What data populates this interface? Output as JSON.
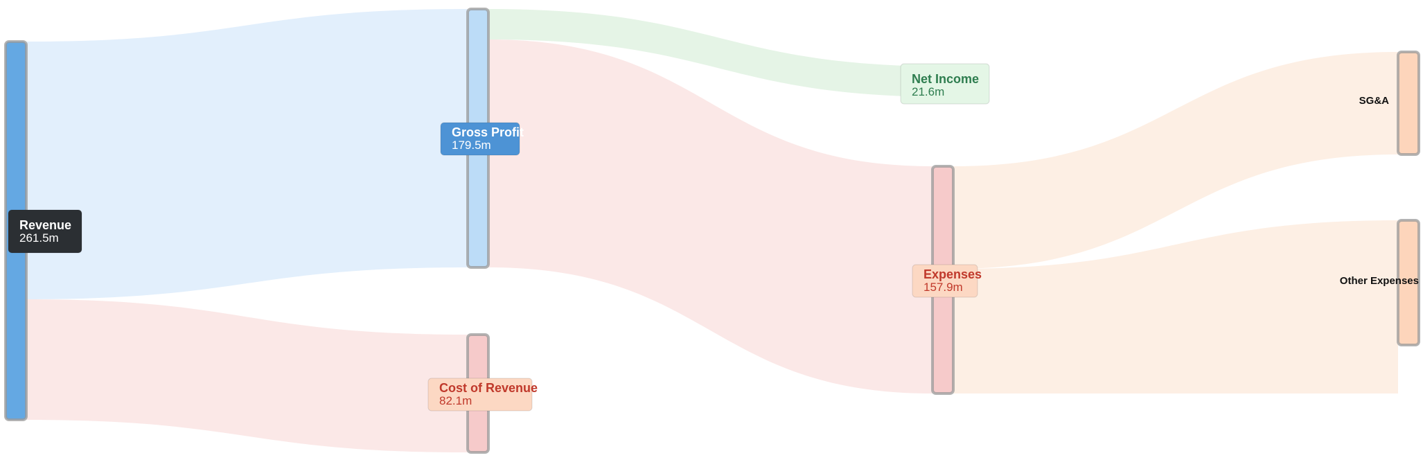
{
  "chart_data": {
    "type": "sankey",
    "unit": "m",
    "nodes": [
      {
        "id": "revenue",
        "name": "Revenue",
        "value": "261.5m",
        "fill": "#64a8e3",
        "label_bg": "#2b2f33",
        "label_fg": "#ffffff"
      },
      {
        "id": "gross_profit",
        "name": "Gross Profit",
        "value": "179.5m",
        "fill": "#bcdcf7",
        "label_bg": "#4d93d5",
        "label_fg": "#ffffff"
      },
      {
        "id": "cost_of_revenue",
        "name": "Cost of Revenue",
        "value": "82.1m",
        "fill": "#f6caca",
        "label_bg": "#fcd8c3",
        "label_fg": "#c0392b"
      },
      {
        "id": "net_income",
        "name": "Net Income",
        "value": "21.6m",
        "fill": "#dff2e2",
        "label_bg": "#e4f6e6",
        "label_fg": "#2e7d4f"
      },
      {
        "id": "expenses",
        "name": "Expenses",
        "value": "157.9m",
        "fill": "#f6caca",
        "label_bg": "#fcd8c3",
        "label_fg": "#c0392b"
      },
      {
        "id": "sga",
        "name": "SG&A",
        "value": "",
        "fill": "#fdd5bb",
        "label_bg": "",
        "label_fg": "#111111"
      },
      {
        "id": "other_expenses",
        "name": "Other Expenses",
        "value": "",
        "fill": "#fdd5bb",
        "label_bg": "",
        "label_fg": "#111111"
      }
    ],
    "links": [
      {
        "source": "revenue",
        "target": "gross_profit",
        "value": 179.5,
        "color": "#e2effc"
      },
      {
        "source": "revenue",
        "target": "cost_of_revenue",
        "value": 82.1,
        "color": "#fbe8e7"
      },
      {
        "source": "gross_profit",
        "target": "net_income",
        "value": 21.6,
        "color": "#e5f4e6"
      },
      {
        "source": "gross_profit",
        "target": "expenses",
        "value": 157.9,
        "color": "#fbe8e7"
      },
      {
        "source": "expenses",
        "target": "sga",
        "value": 74.5,
        "color": "#fdefe4"
      },
      {
        "source": "expenses",
        "target": "other_expenses",
        "value": 90.2,
        "color": "#fdefe4"
      }
    ]
  }
}
